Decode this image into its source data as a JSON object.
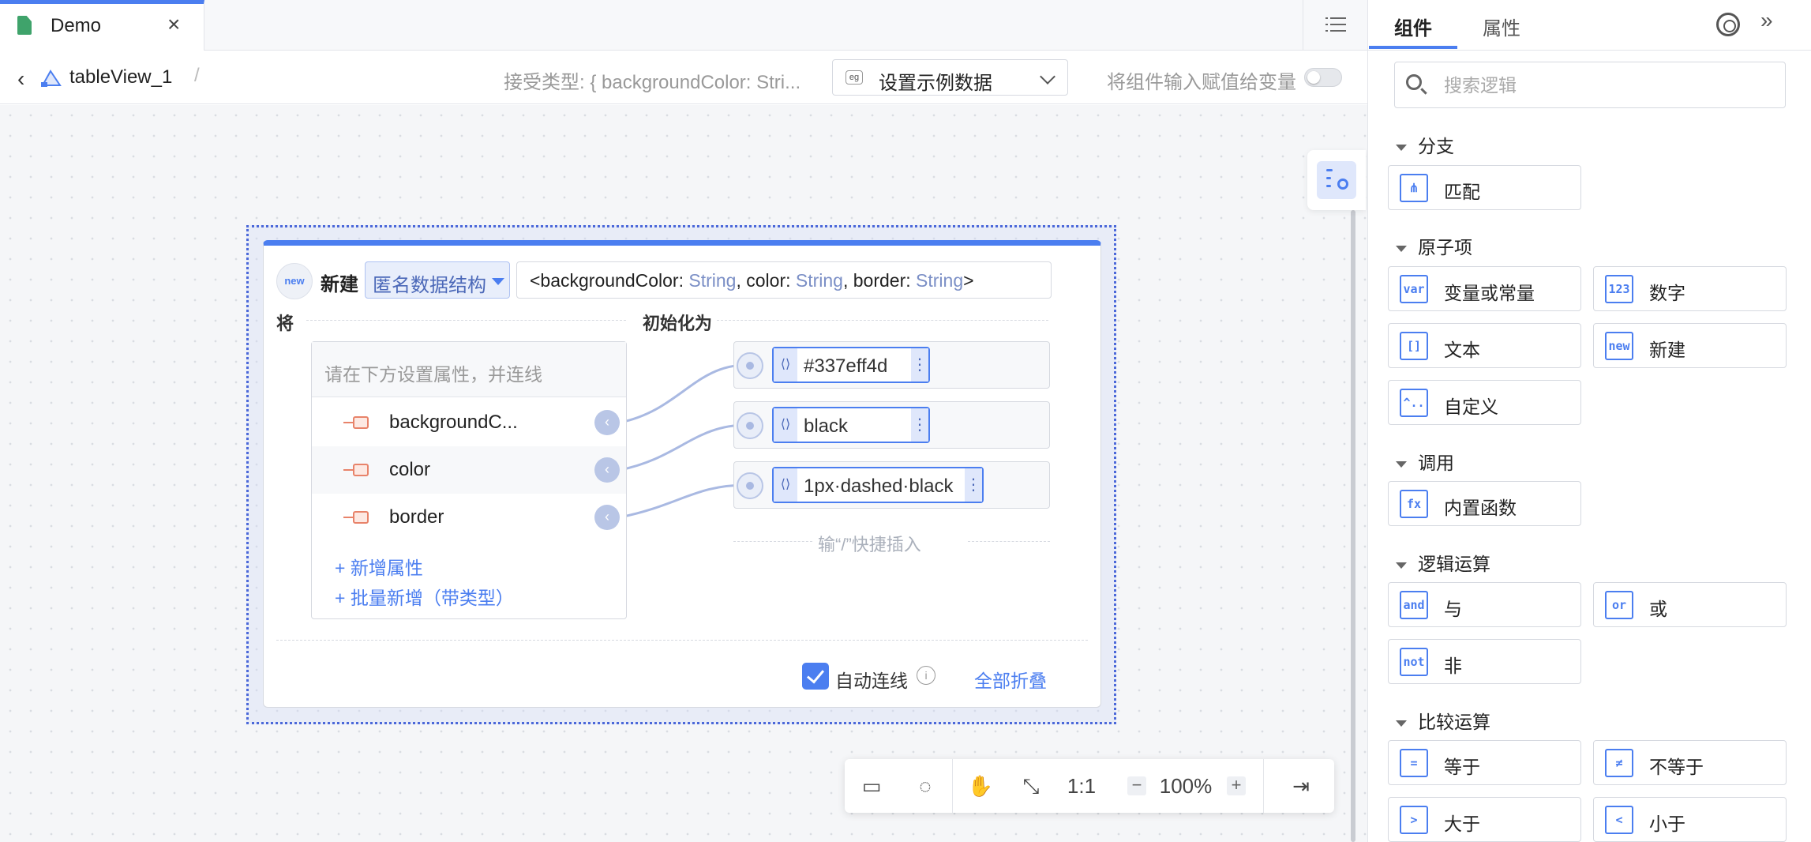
{
  "tab": {
    "title": "Demo",
    "close": "×"
  },
  "header": {
    "back": "‹",
    "component_name": "tableView_1",
    "separator": "/",
    "accept_type": "接受类型: { backgroundColor: Stri...",
    "sample_badge": "eg",
    "sample_label": "设置示例数据",
    "assign_label": "将组件输入赋值给变量"
  },
  "node": {
    "badge": "new",
    "new_label": "新建",
    "struct_type": "匿名数据结构",
    "type_sig": {
      "open": "<backgroundColor: ",
      "t1": "String",
      "m1": ", color: ",
      "t2": "String",
      "m2": ", border: ",
      "t3": "String",
      "close": ">"
    },
    "left_heading": "将",
    "right_heading": "初始化为",
    "props_hint": "请在下方设置属性，并连线",
    "props": [
      {
        "name": "backgroundC..."
      },
      {
        "name": "color"
      },
      {
        "name": "border"
      }
    ],
    "values": [
      {
        "value": "#337eff4d"
      },
      {
        "value": "black"
      },
      {
        "value": "1px·dashed·black"
      }
    ],
    "add_prop": "+ 新增属性",
    "add_batch": "+ 批量新增（带类型）",
    "quick_insert": "输“/”快捷插入",
    "auto_connect": "自动连线",
    "info": "i",
    "collapse_all": "全部折叠",
    "knob": "‹",
    "pill_icon": "⟨⟩",
    "more": "⋮"
  },
  "zoom": {
    "one_to_one": "1:1",
    "minus": "−",
    "level": "100%",
    "plus": "+",
    "end": "⇥"
  },
  "panel": {
    "tabs": [
      "组件",
      "属性"
    ],
    "collapse": "»",
    "search_placeholder": "搜索逻辑",
    "sections": [
      {
        "title": "分支",
        "items": [
          {
            "icon": "⋔",
            "label": "匹配"
          }
        ]
      },
      {
        "title": "原子项",
        "items": [
          {
            "icon": "var",
            "label": "变量或常量"
          },
          {
            "icon": "123",
            "label": "数字"
          },
          {
            "icon": "[]",
            "label": "文本"
          },
          {
            "icon": "new",
            "label": "新建"
          },
          {
            "icon": "^..",
            "label": "自定义"
          }
        ]
      },
      {
        "title": "调用",
        "items": [
          {
            "icon": "fx",
            "label": "内置函数"
          }
        ]
      },
      {
        "title": "逻辑运算",
        "items": [
          {
            "icon": "and",
            "label": "与"
          },
          {
            "icon": "or",
            "label": "或"
          },
          {
            "icon": "not",
            "label": "非"
          }
        ]
      },
      {
        "title": "比较运算",
        "items": [
          {
            "icon": "=",
            "label": "等于"
          },
          {
            "icon": "≠",
            "label": "不等于"
          },
          {
            "icon": ">",
            "label": "大于"
          },
          {
            "icon": "<",
            "label": "小于"
          }
        ]
      }
    ]
  },
  "colors": {
    "accent": "#4b7ef0",
    "prop_icon": "#e8836a"
  }
}
